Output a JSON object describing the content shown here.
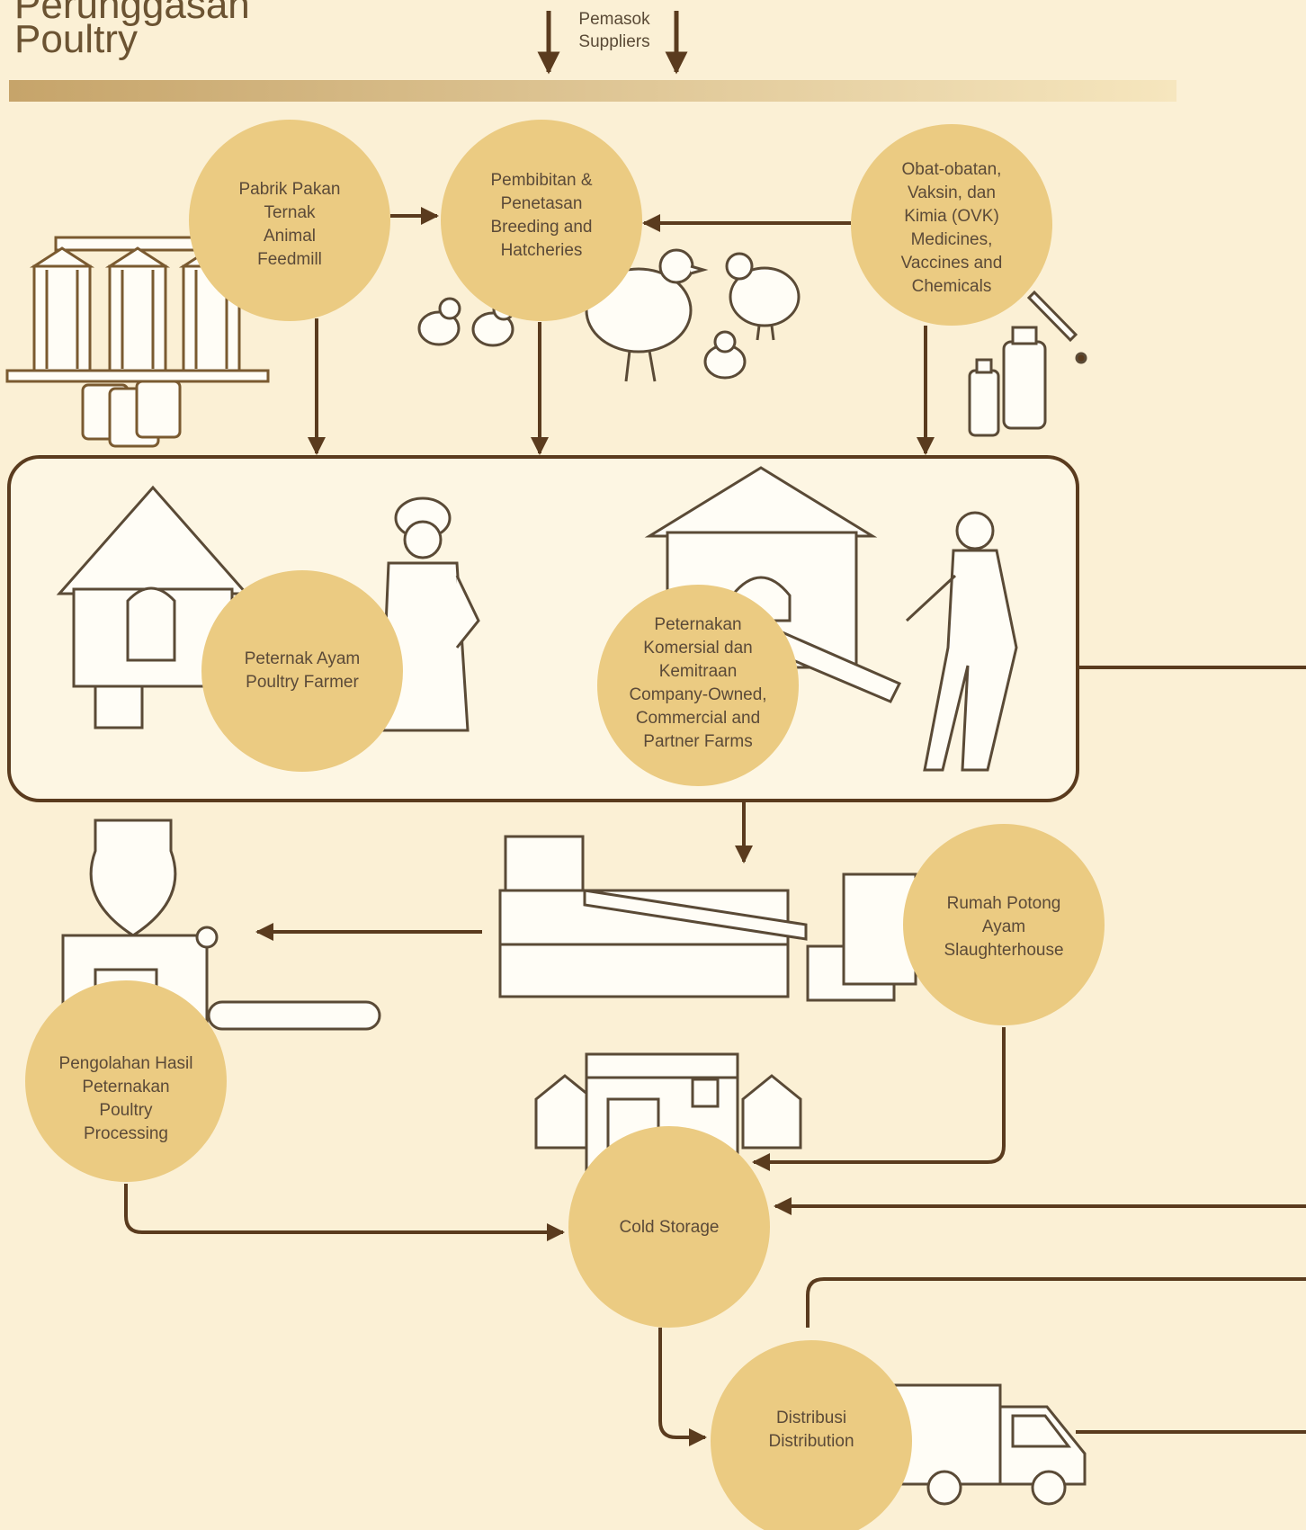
{
  "header": {
    "title_line1": "Perunggasan",
    "title_line2": "Poultry",
    "suppliers_id": "Pemasok",
    "suppliers_en": "Suppliers"
  },
  "colors": {
    "background": "#FBF0D5",
    "node_fill": "#EBCB82",
    "line": "#5A3B1E",
    "bar_dark": "#C6A46A",
    "bar_light": "#F6E6BE",
    "text": "#5A4A36"
  },
  "nodes": {
    "feedmill": {
      "line1": "Pabrik Pakan",
      "line2": "Ternak",
      "line3": "Animal",
      "line4": "Feedmill"
    },
    "hatchery": {
      "line1": "Pembibitan &",
      "line2": "Penetasan",
      "line3": "Breeding and",
      "line4": "Hatcheries"
    },
    "ovk": {
      "line1": "Obat-obatan,",
      "line2": "Vaksin, dan",
      "line3": "Kimia (OVK)",
      "line4": "Medicines,",
      "line5": "Vaccines and",
      "line6": "Chemicals"
    },
    "farmer": {
      "line1": "Peternak Ayam",
      "line2": "Poultry Farmer"
    },
    "commercial": {
      "line1": "Peternakan",
      "line2": "Komersial dan",
      "line3": "Kemitraan",
      "line4": "Company-Owned,",
      "line5": "Commercial and",
      "line6": "Partner Farms"
    },
    "slaughter": {
      "line1": "Rumah Potong",
      "line2": "Ayam",
      "line3": "Slaughterhouse"
    },
    "processing": {
      "line1": "Pengolahan Hasil",
      "line2": "Peternakan",
      "line3": "Poultry",
      "line4": "Processing"
    },
    "cold": {
      "line1": "Cold Storage"
    },
    "distribution": {
      "line1": "Distribusi",
      "line2": "Distribution"
    }
  }
}
